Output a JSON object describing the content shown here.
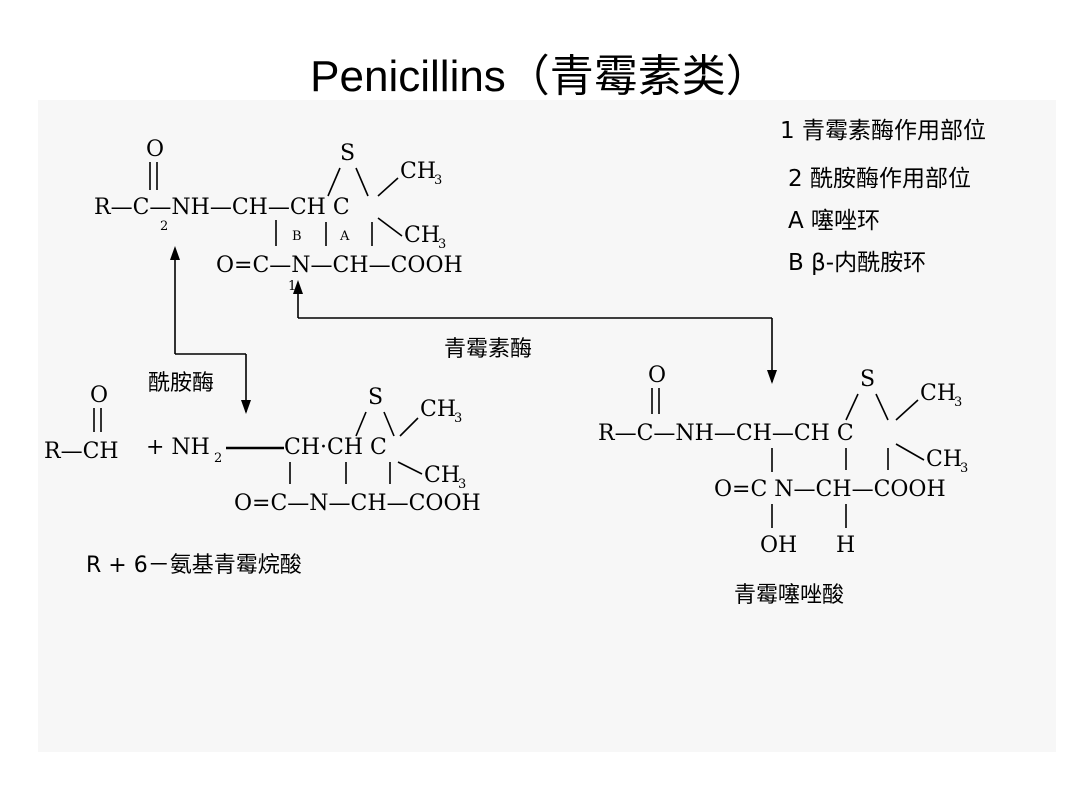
{
  "slide": {
    "title": "Penicillins（青霉素类）"
  },
  "legend": {
    "item1": "1 青霉素酶作用部位",
    "item2": "2  酰胺酶作用部位",
    "item3": "A  噻唑环",
    "item4": "B  β-内酰胺环"
  },
  "scheme": {
    "penicillinase_label": "青霉素酶",
    "amidase_label": "酰胺酶",
    "product_left_caption": "R    +      6－氨基青霉烷酸",
    "product_right_caption": "青霉噻唑酸"
  },
  "penicillin": {
    "o_top": "O",
    "r_acyl": "R—C—NH—CH—CH  C",
    "site_2": "2",
    "s_atom": "S",
    "ch3_top": "CH",
    "ring_b": "B",
    "ring_a": "A",
    "ch3_mid": "CH",
    "bottom_row": "O=C—N—CH—COOH",
    "site_1": "1",
    "sub3": "3"
  },
  "apa": {
    "o_top": "O",
    "left": "R—CH",
    "plus_nh2": "+ NH",
    "sub2": "2",
    "ring_top": "CH·CH  C",
    "s_atom": "S",
    "ch3_top": "CH",
    "ch3_mid": "CH",
    "bottom_row": "O=C—N—CH—COOH",
    "sub3": "3"
  },
  "acid": {
    "o_top": "O",
    "top_row": "R—C—NH—CH—CH  C",
    "s_atom": "S",
    "ch3_top": "CH",
    "ch3_mid": "CH",
    "mid_row": "O=C       N—CH—COOH",
    "oh": "OH",
    "h": "H",
    "sub3": "3"
  }
}
